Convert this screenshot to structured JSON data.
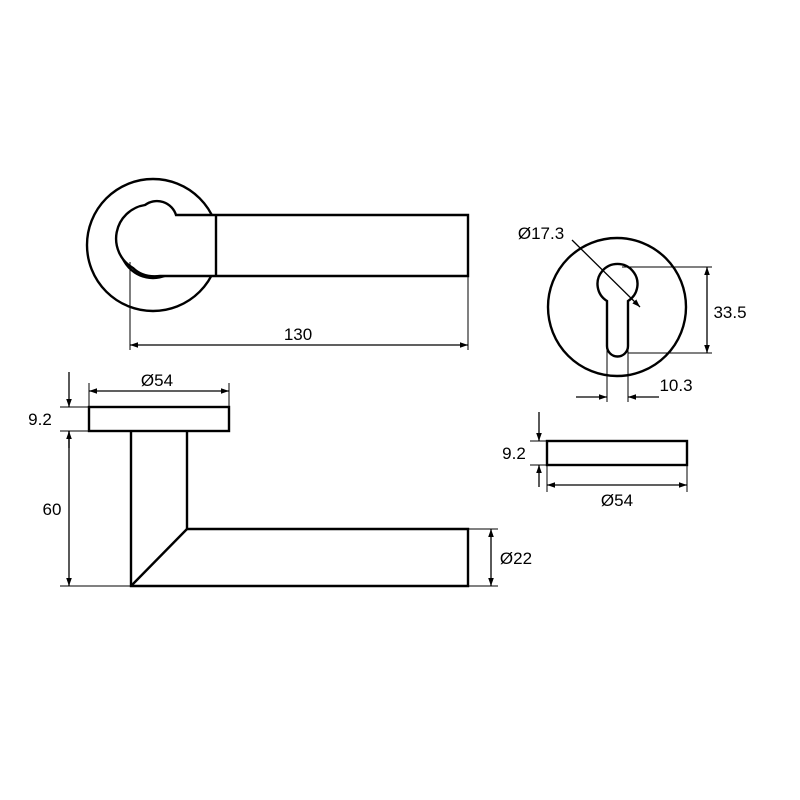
{
  "dimensions": {
    "handle_length": "130",
    "cylinder_hole_diameter": "Ø17.3",
    "keyhole_height": "33.5",
    "keyhole_width": "10.3",
    "rose_thickness": "9.2",
    "rose_diameter": "Ø54",
    "handle_height": "60",
    "lever_diameter": "Ø22",
    "escutcheon_thickness": "9.2",
    "escutcheon_diameter": "Ø54"
  },
  "colors": {
    "line": "#000000",
    "background": "#ffffff"
  }
}
